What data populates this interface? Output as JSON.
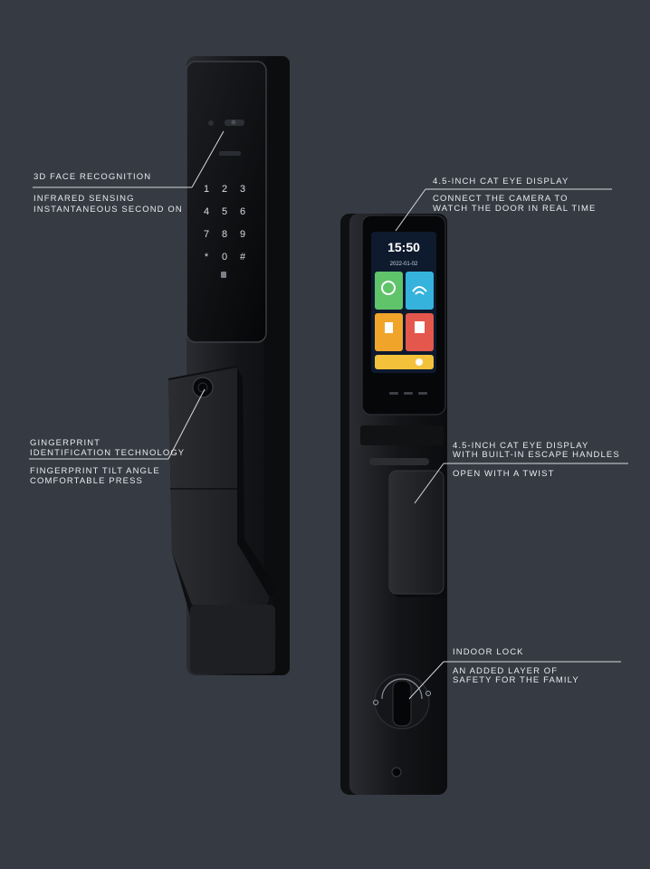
{
  "callouts": {
    "face": {
      "title": "3D FACE RECOGNITION",
      "line1": "INFRARED SENSING",
      "line2": "INSTANTANEOUS SECOND ON"
    },
    "fingerprint": {
      "title1": "GINGERPRINT",
      "title2": "IDENTIFICATION TECHNOLOGY",
      "line1": "FINGERPRINT TILT ANGLE",
      "line2": "COMFORTABLE PRESS"
    },
    "cat_eye": {
      "title": "4.5-INCH CAT EYE DISPLAY",
      "line1": "CONNECT THE CAMERA TO",
      "line2": "WATCH THE DOOR IN REAL TIME"
    },
    "escape": {
      "title1": "4.5-INCH CAT EYE DISPLAY",
      "title2": "WITH BUILT-IN ESCAPE HANDLES",
      "line1": "OPEN WITH A TWIST"
    },
    "indoor": {
      "title": "INDOOR LOCK",
      "line1": "AN ADDED LAYER OF",
      "line2": "SAFETY FOR THE FAMILY"
    }
  },
  "keypad": {
    "keys": [
      "1",
      "2",
      "3",
      "4",
      "5",
      "6",
      "7",
      "8",
      "9",
      "*",
      "0",
      "#"
    ]
  },
  "screen": {
    "time": "15:50",
    "date": "2022-01-02"
  },
  "colors": {
    "background": "#353a43",
    "lock_body": "#141518",
    "tile_green": "#5fc46a",
    "tile_cyan": "#35b3dc",
    "tile_orange": "#f0a52a",
    "tile_red": "#e4574c",
    "tile_yellow": "#f3c23a"
  }
}
